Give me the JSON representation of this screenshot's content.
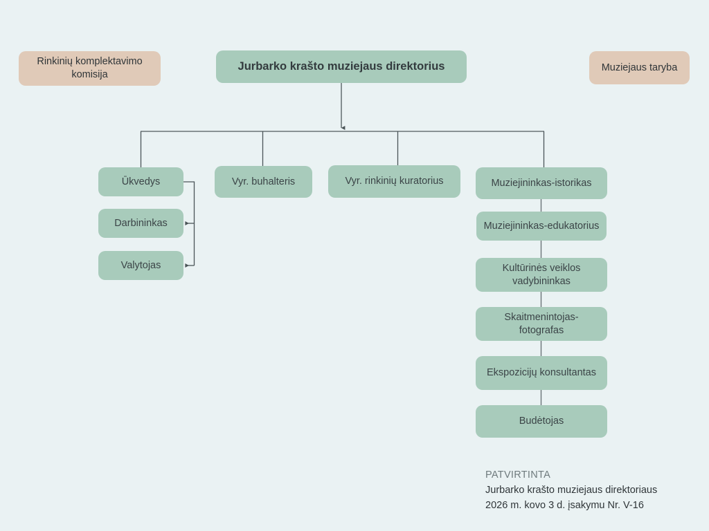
{
  "page": {
    "background_color": "#eaf2f3",
    "box_color_green": "#a8cbbb",
    "box_color_tan": "#e0cab8",
    "line_color": "#5a6467",
    "text_color": "#3b4447"
  },
  "root": {
    "label": "Jurbarko krašto muziejaus direktorius"
  },
  "side_boxes": [
    {
      "label": "Rinkinių komplektavimo komisija"
    },
    {
      "label": "Muziejaus taryba"
    }
  ],
  "level2": [
    {
      "label": "Ūkvedys"
    },
    {
      "label": "Vyr. buhalteris"
    },
    {
      "label": "Vyr. rinkinių kuratorius"
    },
    {
      "label": "Muziejininkas-istorikas"
    }
  ],
  "ukvedys_subordinates": [
    {
      "label": "Darbininkas"
    },
    {
      "label": "Valytojas"
    }
  ],
  "right_chain": [
    {
      "label": "Muziejininkas-edukatorius"
    },
    {
      "label": "Kultūrinės veiklos vadybininkas"
    },
    {
      "label": "Skaitmenintojas-fotografas"
    },
    {
      "label": "Ekspozicijų konsultantas"
    },
    {
      "label": "Budėtojas"
    }
  ],
  "footnote": {
    "line1": "PATVIRTINTA",
    "line2": "Jurbarko krašto muziejaus direktoriaus",
    "line3": "2026 m. kovo 3 d. įsakymu Nr. V-16"
  }
}
